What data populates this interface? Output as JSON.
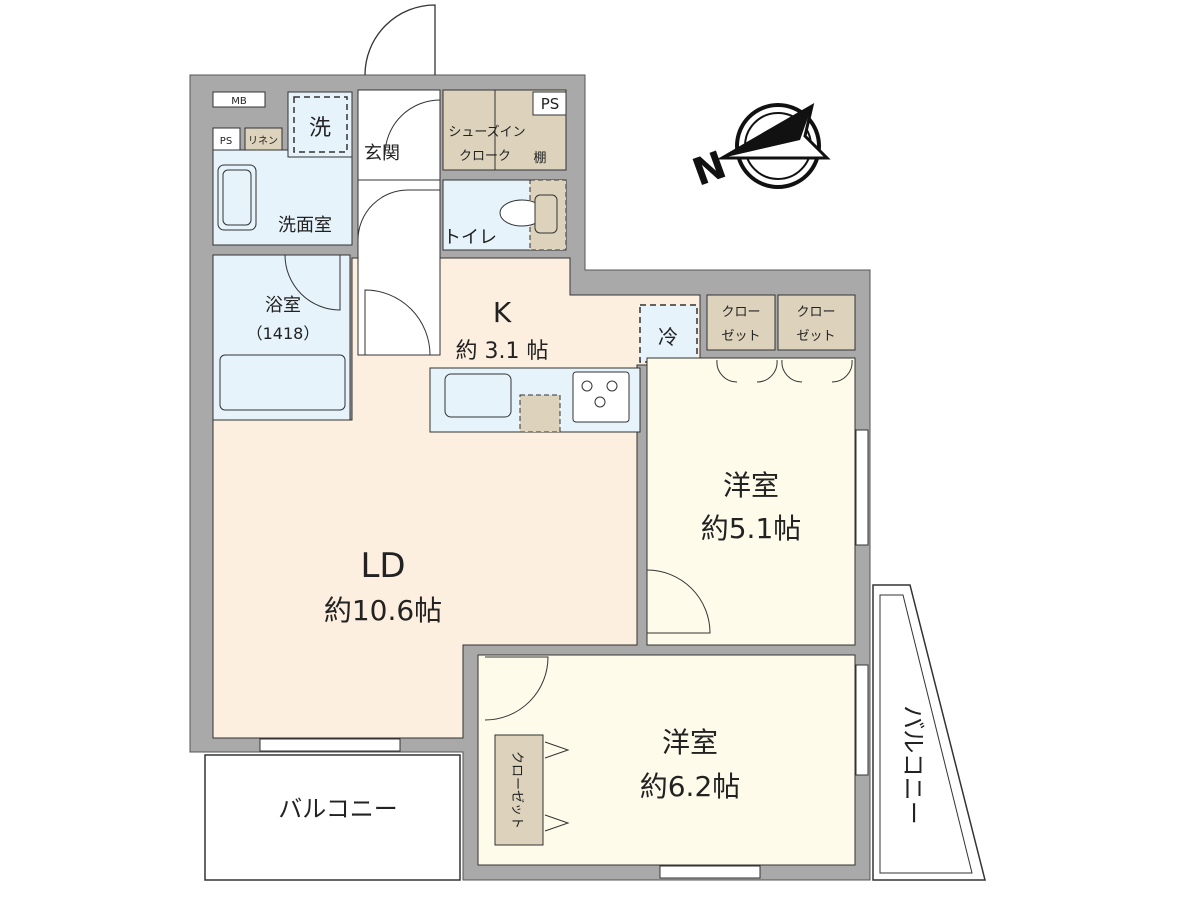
{
  "colors": {
    "wall": "#a9a9a9",
    "living": "#fcefdf",
    "wet": "#e6f3fb",
    "storage": "#ddd3bd",
    "bedroom": "#fefbea"
  },
  "compass": {
    "label": "N",
    "icon": "compass-icon"
  },
  "rooms": {
    "mb": "MB",
    "ps1": "PS",
    "linen": "リネン",
    "washer": "洗",
    "entrance": "玄関",
    "shoe_closet_1": "シューズイン",
    "shoe_closet_2": "クローク",
    "shelf": "棚",
    "ps2": "PS",
    "washroom": "洗面室",
    "toilet": "トイレ",
    "bathroom": "浴室",
    "bathroom_size": "（1418）",
    "kitchen": "K",
    "kitchen_area": "約 3.1 帖",
    "fridge": "冷",
    "closet_a_1": "クロー",
    "closet_a_2": "ゼット",
    "closet_b_1": "クロー",
    "closet_b_2": "ゼット",
    "western1": "洋室",
    "western1_area": "約5.1帖",
    "ld": "LD",
    "ld_area": "約10.6帖",
    "western2": "洋室",
    "western2_area": "約6.2帖",
    "closet_c": "クローゼット",
    "balcony1": "バルコニー",
    "balcony2": "バルコニー"
  }
}
